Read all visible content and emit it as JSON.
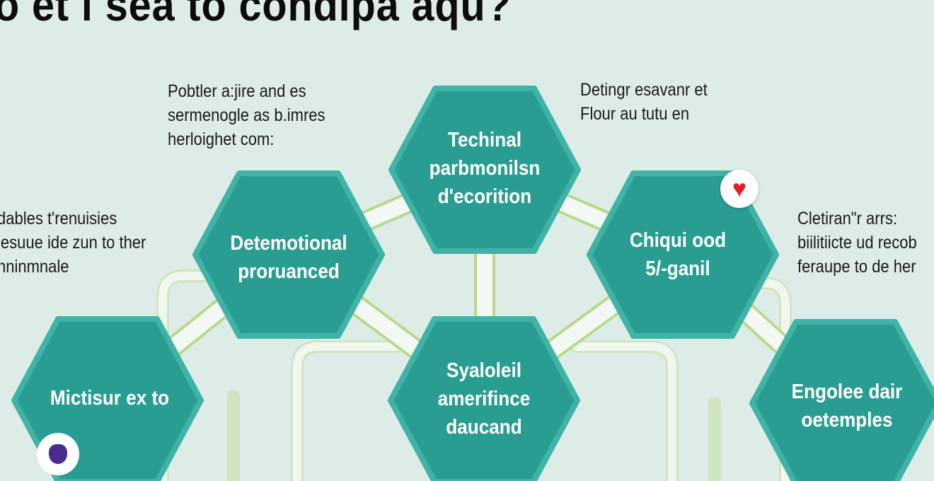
{
  "title": "o et l sea to condipa aqu?",
  "colors": {
    "background": "#deece8",
    "hexagon": "#2a9d92",
    "hexagon_border": "#3fb3a6",
    "connector": "#f4f8f4",
    "connector_edge": "#b9d98a",
    "heart": "#e02027"
  },
  "notes": [
    {
      "lines": [
        "Pobtler a:jire and es",
        "sermenogle as b.imres",
        "herloighet  com:"
      ]
    },
    {
      "lines": [
        "Detingr esavanr et",
        "Flour au tutu en"
      ]
    },
    {
      "lines": [
        "dables t'renuisies",
        "lesuue ide zun to ther",
        "nninmnale"
      ]
    },
    {
      "lines": [
        "Cletiran\"r arrs:",
        "biilitiicte ud recob",
        "feraupe to de her"
      ]
    }
  ],
  "hexagons": [
    {
      "lines": [
        "Techinal",
        "parbmonilsn",
        "d'ecorition"
      ]
    },
    {
      "lines": [
        "Detemotional",
        "proruanced"
      ]
    },
    {
      "lines": [
        "Chiqui ood",
        "5/-ganil"
      ],
      "icon": "heart-icon"
    },
    {
      "lines": [
        "Mictisur ex to"
      ],
      "icon": "logo-badge"
    },
    {
      "lines": [
        "Syaloleil",
        "amerifince",
        "daucand"
      ]
    },
    {
      "lines": [
        "Engolee dair",
        "oetemples"
      ]
    }
  ]
}
